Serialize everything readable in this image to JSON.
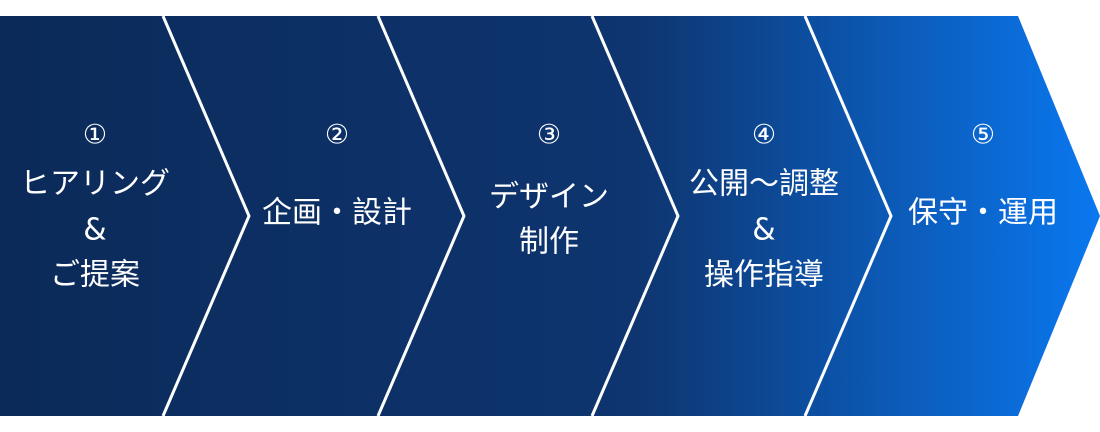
{
  "colors": {
    "gradient_start": "#0b2a59",
    "gradient_mid": "#0e3570",
    "gradient_end": "#0a78f0",
    "divider": "#ffffff",
    "text": "#ffffff"
  },
  "steps": [
    {
      "number": "①",
      "lines": [
        "ヒアリング",
        "&",
        "ご提案"
      ]
    },
    {
      "number": "②",
      "lines": [
        "企画・設計"
      ]
    },
    {
      "number": "③",
      "lines": [
        "デザイン",
        "制作"
      ]
    },
    {
      "number": "④",
      "lines": [
        "公開〜調整",
        "&",
        "操作指導"
      ]
    },
    {
      "number": "⑤",
      "lines": [
        "保守・運用"
      ]
    }
  ]
}
